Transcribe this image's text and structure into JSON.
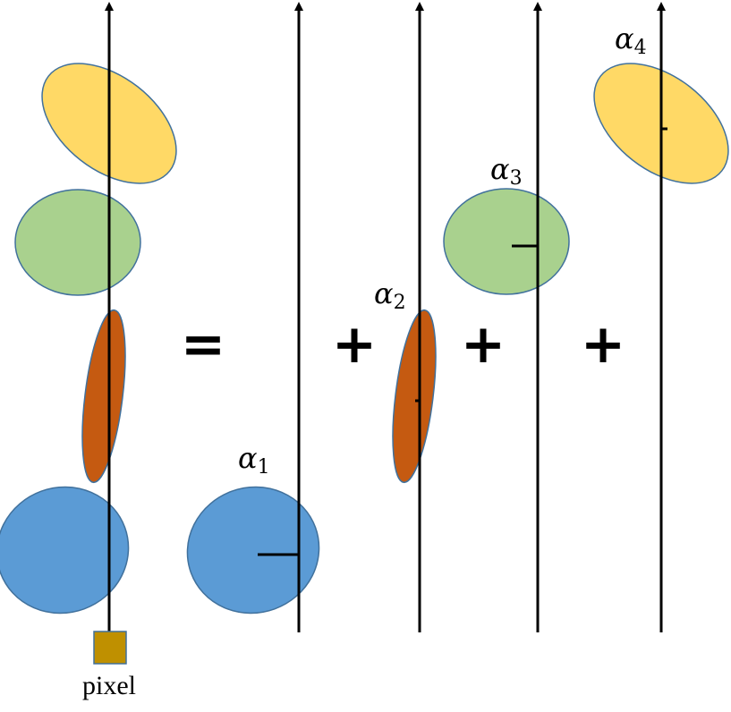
{
  "colors": {
    "yellow": "#FFD966",
    "green": "#A9D18E",
    "orange": "#C55A11",
    "blue": "#5B9BD5",
    "outline": "#41719C",
    "pixel": "#BF9000",
    "line": "#000000"
  },
  "operators": {
    "equals": "=",
    "plus": "+"
  },
  "alphas": {
    "a1": {
      "symbol": "α",
      "sub": "1"
    },
    "a2": {
      "symbol": "α",
      "sub": "2"
    },
    "a3": {
      "symbol": "α",
      "sub": "3"
    },
    "a4": {
      "symbol": "α",
      "sub": "4"
    }
  },
  "pixel_label": "pixel"
}
